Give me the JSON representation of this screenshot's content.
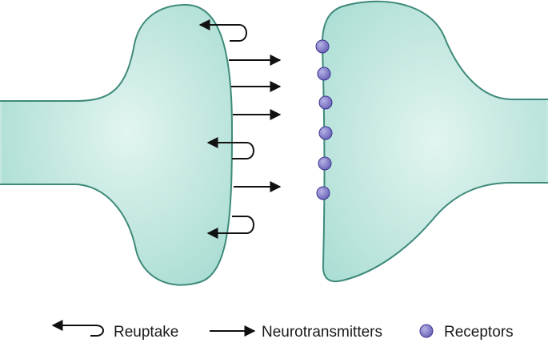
{
  "legend": {
    "reuptake_label": "Reuptake",
    "neurotransmitters_label": "Neurotransmitters",
    "receptors_label": "Receptors"
  },
  "colors": {
    "membrane_fill": "#a9ddd3",
    "membrane_fill_light": "#e2f4f0",
    "membrane_stroke": "#3e8a7a",
    "receptor_fill": "#7b74c6",
    "receptor_stroke": "#3c3690",
    "arrow": "#111111"
  },
  "icons": {
    "reuptake": "u-turn-arrow-icon",
    "neurotransmitter": "right-arrow-icon",
    "receptor": "purple-circle-icon"
  },
  "counts": {
    "receptors": 6,
    "neurotransmitter_arrows": 4,
    "reuptake_arrows": 3
  }
}
